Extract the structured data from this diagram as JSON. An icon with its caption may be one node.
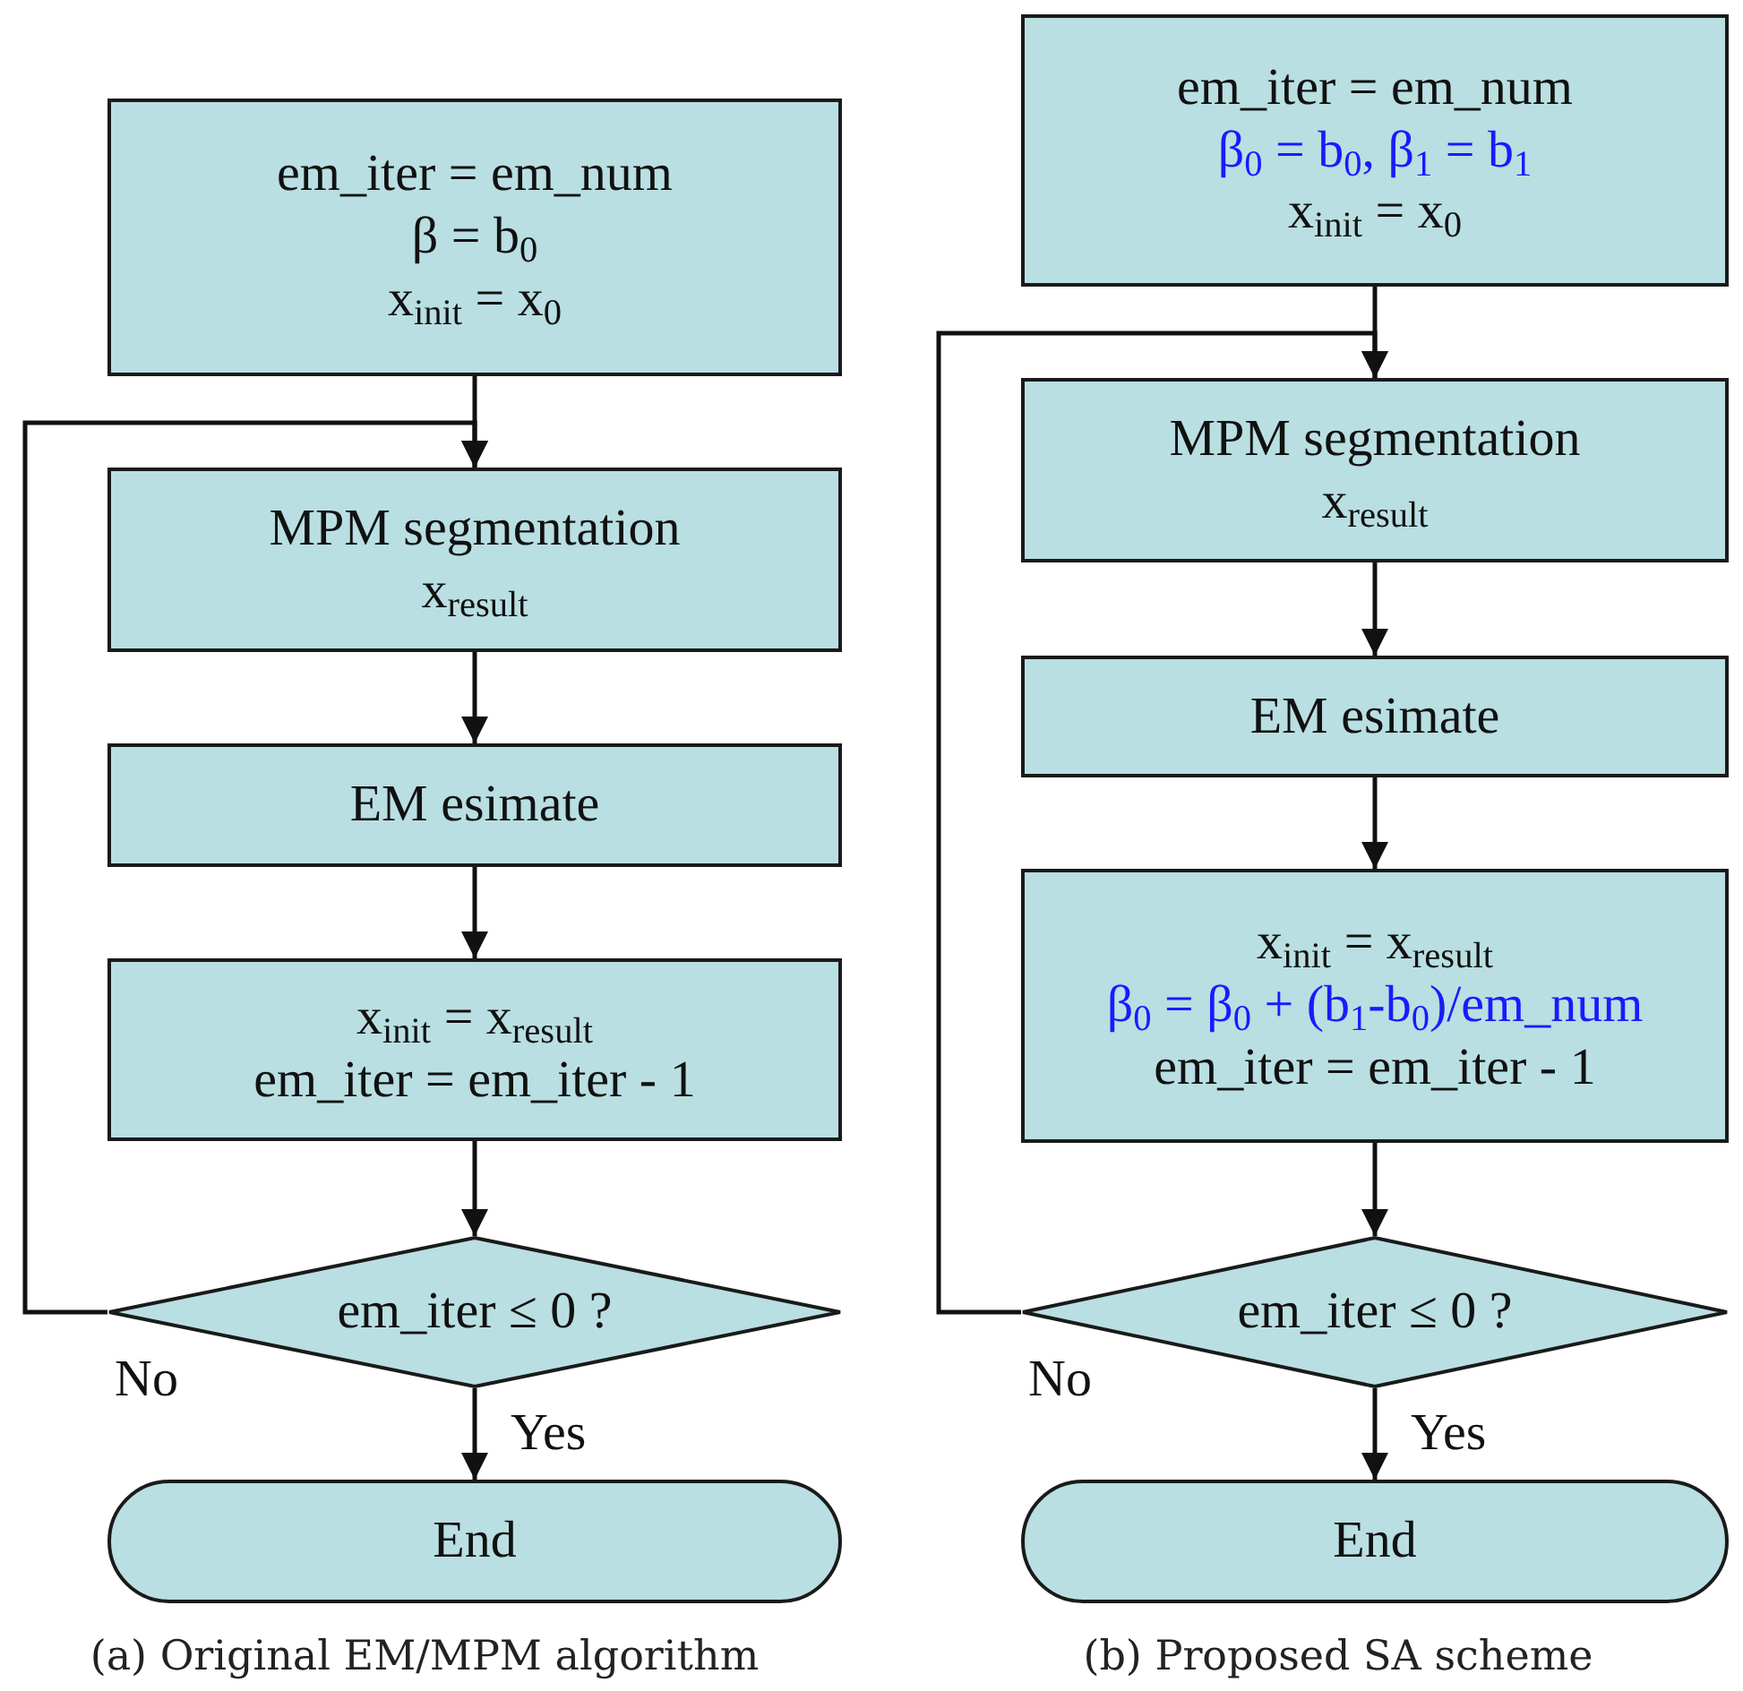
{
  "diagram": {
    "nodes": [
      {
        "text": [
          "em_iter = em_num",
          "β = b$_{0}$",
          "x$_{init}$ = x$_{0}$"
        ]
      },
      {
        "text": [
          "MPM segmentation",
          "x$_{result}$"
        ]
      },
      {
        "text": [
          "EM esimate"
        ]
      },
      {
        "text": [
          "x$_{init}$ = x$_{result}$",
          "em_iter = em_iter - 1"
        ]
      },
      {
        "text": [
          "em_iter ≤ 0 ?"
        ]
      },
      {
        "text": [
          "End"
        ]
      },
      {
        "text": [
          "em_iter = em_num",
          "β$_{0}$ = b$_{0}$, β$_{1}$ = b$_{1}$",
          "x$_{init}$ = x$_{0}$"
        ]
      },
      {
        "text": [
          "MPM segmentation",
          "x$_{result}$"
        ]
      },
      {
        "text": [
          "EM esimate"
        ]
      },
      {
        "text": [
          "x$_{init}$ = x$_{result}$",
          "β$_{0}$ =  β$_{0}$ + (b$_{1}$-b$_{0}$)/em_num",
          "em_iter = em_iter - 1"
        ]
      },
      {
        "text": [
          "em_iter ≤ 0 ?"
        ]
      },
      {
        "text": [
          "End"
        ]
      }
    ],
    "edges": [
      {
        "from": 0,
        "to": 1,
        "arrow": "to"
      },
      {
        "from": 1,
        "to": 2,
        "arrow": "to"
      },
      {
        "from": 2,
        "to": 3,
        "arrow": "to"
      },
      {
        "from": 3,
        "to": 4,
        "arrow": "to"
      },
      {
        "from": 4,
        "to": 1,
        "arrow": "to",
        "label": "No"
      },
      {
        "from": 4,
        "to": 5,
        "arrow": "to",
        "label": "Yes"
      },
      {
        "from": 6,
        "to": 7,
        "arrow": "to"
      },
      {
        "from": 7,
        "to": 8,
        "arrow": "to"
      },
      {
        "from": 8,
        "to": 9,
        "arrow": "to"
      },
      {
        "from": 9,
        "to": 10,
        "arrow": "to"
      },
      {
        "from": 10,
        "to": 7,
        "arrow": "to",
        "label": "No"
      },
      {
        "from": 10,
        "to": 11,
        "arrow": "to",
        "label": "Yes"
      }
    ],
    "labels": [
      "(a) Original EM/MPM algorithm",
      "(b) Proposed SA scheme"
    ]
  }
}
